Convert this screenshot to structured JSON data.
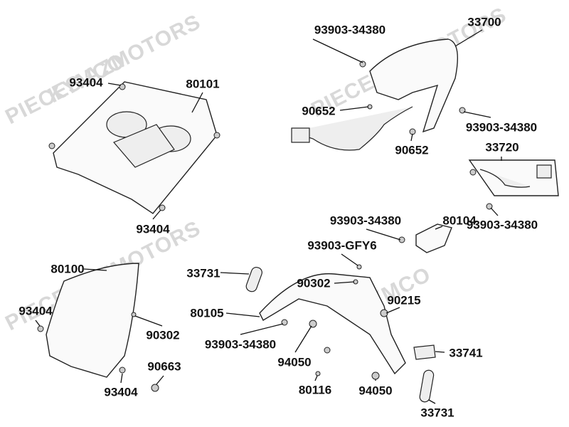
{
  "watermarks": [
    "PIECES AZMOTORS",
    "KYMCO",
    "PIECES AZMOTORS",
    "KYMCO",
    "PIECES AZMOTORS",
    "KYMCO"
  ],
  "labels": [
    {
      "id": "top-bolt",
      "text": "93903-34380"
    },
    {
      "id": "tail-cover",
      "text": "33700"
    },
    {
      "id": "screw-left-top",
      "text": "93404"
    },
    {
      "id": "rear-carrier",
      "text": "80101"
    },
    {
      "id": "nut-90652-a",
      "text": "90652"
    },
    {
      "id": "bolt-right-a",
      "text": "93903-34380"
    },
    {
      "id": "nut-90652-b",
      "text": "90652"
    },
    {
      "id": "lamp-kit",
      "text": "33720"
    },
    {
      "id": "screw-left-bottom",
      "text": "93404"
    },
    {
      "id": "bolt-mid",
      "text": "93903-34380"
    },
    {
      "id": "bracket-80104",
      "text": "80104"
    },
    {
      "id": "bolt-right-b",
      "text": "93903-34380"
    },
    {
      "id": "bolt-gfy6",
      "text": "93903-GFY6"
    },
    {
      "id": "rear-fender",
      "text": "80100"
    },
    {
      "id": "reflector-a",
      "text": "33731"
    },
    {
      "id": "clip-90302-a",
      "text": "90302"
    },
    {
      "id": "screw-fender-left",
      "text": "93404"
    },
    {
      "id": "nut-90215",
      "text": "90215"
    },
    {
      "id": "mudguard-80105",
      "text": "80105"
    },
    {
      "id": "clip-90302-b",
      "text": "90302"
    },
    {
      "id": "bolt-lower",
      "text": "93903-34380"
    },
    {
      "id": "plate-light",
      "text": "33741"
    },
    {
      "id": "clamp-90663",
      "text": "90663"
    },
    {
      "id": "nut-94050-a",
      "text": "94050"
    },
    {
      "id": "screw-fender-bottom",
      "text": "93404"
    },
    {
      "id": "bracket-80116",
      "text": "80116"
    },
    {
      "id": "nut-94050-b",
      "text": "94050"
    },
    {
      "id": "reflector-b",
      "text": "33731"
    }
  ]
}
